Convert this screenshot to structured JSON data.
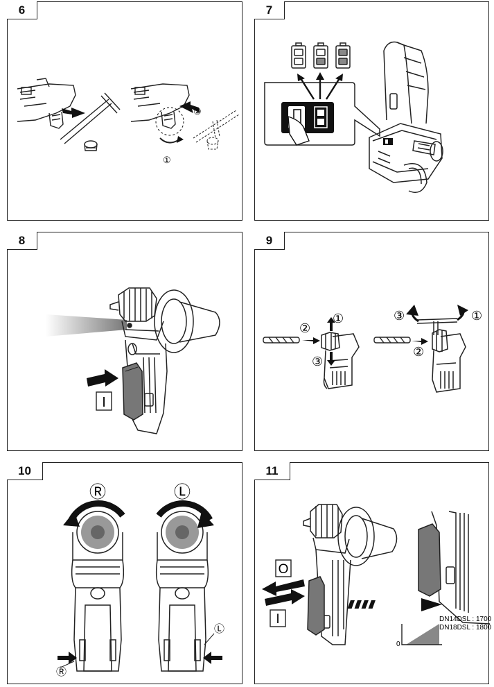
{
  "panels": [
    {
      "number": "6"
    },
    {
      "number": "7"
    },
    {
      "number": "8"
    },
    {
      "number": "9"
    },
    {
      "number": "10"
    },
    {
      "number": "11"
    }
  ],
  "fig6": {
    "step1": "①",
    "step2": "②"
  },
  "fig8": {
    "switch_on": "I"
  },
  "fig9": {
    "s1a": "①",
    "s2a": "②",
    "s3a": "③",
    "s1b": "①",
    "s2b": "②",
    "s3b": "③"
  },
  "fig10": {
    "right": "Ⓡ",
    "left": "Ⓛ",
    "right_small": "Ⓡ",
    "left_small": "Ⓛ"
  },
  "fig11": {
    "switch_off": "O",
    "switch_on": "I",
    "speed_zero": "0",
    "speed_dn14": "DN14DSL : 1700",
    "speed_dn18": "DN18DSL : 1800"
  }
}
